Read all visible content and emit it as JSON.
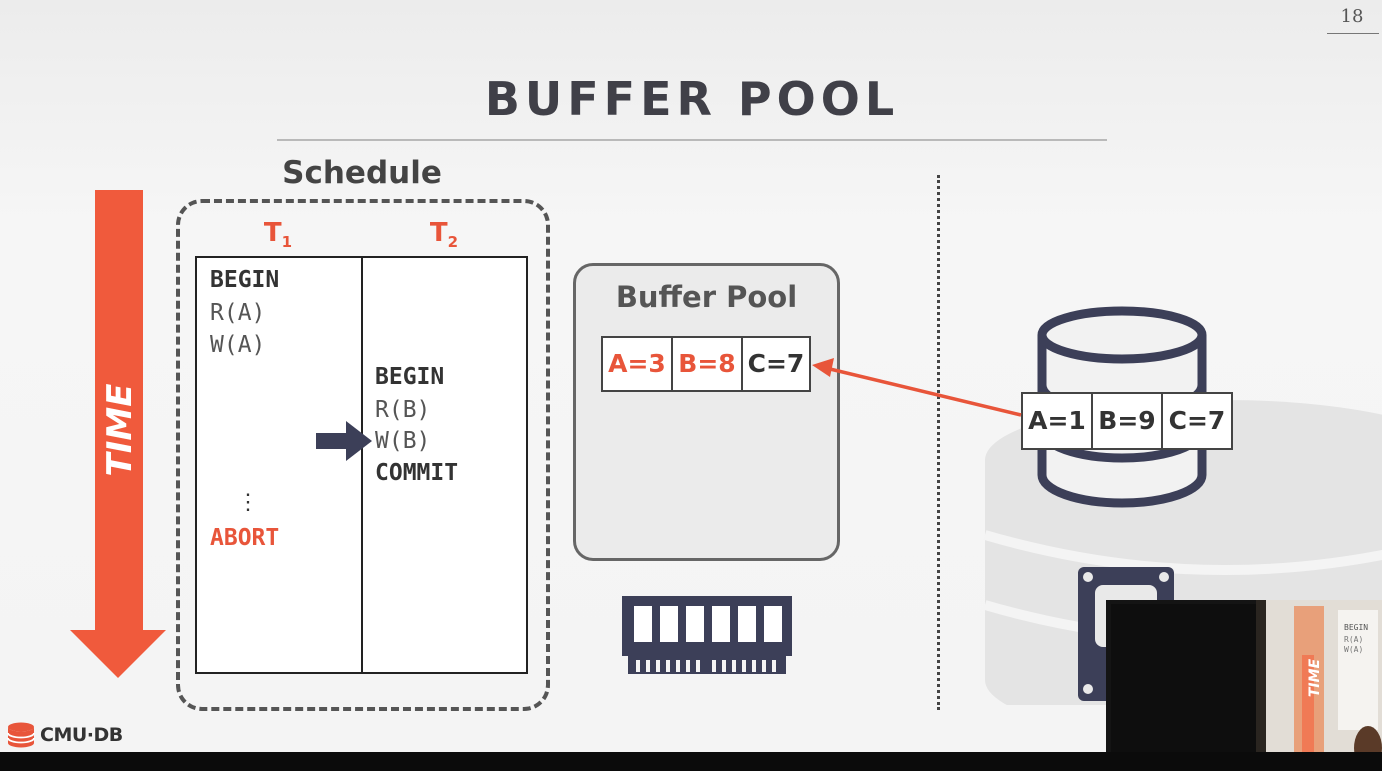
{
  "slide": {
    "page_number": "18",
    "title": "BUFFER POOL",
    "schedule_title": "Schedule",
    "time_label": "TIME",
    "t1": {
      "name": "T",
      "sub": "1"
    },
    "t2": {
      "name": "T",
      "sub": "2"
    },
    "t1_ops": [
      "BEGIN",
      "R(A)",
      "W(A)",
      "⋮",
      "ABORT"
    ],
    "t2_ops": [
      "BEGIN",
      "R(B)",
      "W(B)",
      "COMMIT"
    ],
    "buffer_pool_title": "Buffer Pool",
    "buffer_pool_cells": [
      "A=3",
      "B=8",
      "C=7"
    ],
    "disk_cells": [
      "A=1",
      "B=9",
      "C=7"
    ],
    "logo_text": "CMU·DB",
    "colors": {
      "accent": "#e8553a",
      "dark": "#3c3f58",
      "text": "#444444"
    },
    "video_overlay": {
      "time_label": "TIME",
      "ops": [
        "BEGIN",
        "R(A)",
        "W(A)"
      ]
    }
  }
}
